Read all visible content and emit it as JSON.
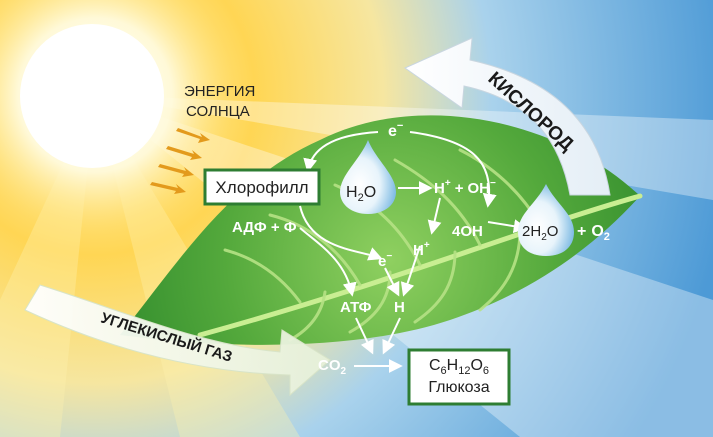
{
  "labels": {
    "sun_energy_line1": "ЭНЕРГИЯ",
    "sun_energy_line2": "СОЛНЦА",
    "oxygen": "КИСЛОРОД",
    "carbon_dioxide_gas": "УГЛЕКИСЛЫЙ ГАЗ"
  },
  "nodes": {
    "chlorophyll": "Хлорофилл",
    "water_drop": {
      "main": "H",
      "sub": "2",
      "tail": "O"
    },
    "electron_top": {
      "main": "e",
      "sup": "−"
    },
    "h_oh": {
      "h": "H",
      "h_sup": "+",
      "plus": "+",
      "oh": "OH",
      "oh_sup": "−"
    },
    "four_oh": "4OH",
    "two_h2o": {
      "lead": "2H",
      "sub": "2",
      "tail": "O"
    },
    "o2": {
      "plus": "+",
      "main": "O",
      "sub": "2"
    },
    "adf_f": "АДФ + Ф",
    "h_plus": {
      "main": "H",
      "sup": "+"
    },
    "electron_mid": {
      "main": "e",
      "sup": "−"
    },
    "atf": "АТФ",
    "h": "H",
    "co2": {
      "main": "CO",
      "sub": "2"
    },
    "glucose": {
      "formula": [
        {
          "t": "C"
        },
        {
          "s": "6"
        },
        {
          "t": "H"
        },
        {
          "s": "12"
        },
        {
          "t": "O"
        },
        {
          "s": "6"
        }
      ],
      "name": "Глюкоза"
    }
  },
  "colors": {
    "leaf": "#3f9b34",
    "leaf_light": "#8fd060",
    "sky": "#5aa6dc",
    "sun": "#ffffff",
    "sun_glow": "#ffd35a",
    "water": "#4a9fd8",
    "box_border": "#2e7d32"
  }
}
